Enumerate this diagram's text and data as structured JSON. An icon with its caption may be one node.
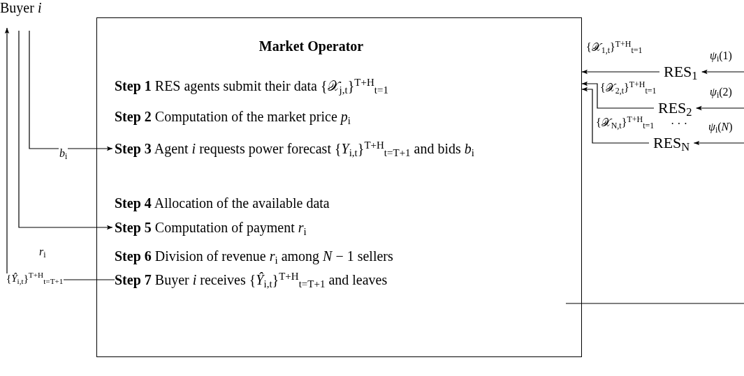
{
  "diagram": {
    "nodes": [
      {
        "text": [
          "Buyer *i*"
        ]
      },
      {
        "text": [
          "Market Operator"
        ]
      },
      {
        "text": [
          "**Step 1** RES agents submit their data {𝒳$_{j,t}$}$^{T+H}$$_{t=1}$"
        ],
        "in": 1
      },
      {
        "text": [
          "**Step 2** Computation of the market price *p*$_{i}$"
        ],
        "in": 1
      },
      {
        "text": [
          "**Step 3** Agent *i* requests power forecast {*Y*$_{i,t}$}$^{T+H}$$_{t=T+1}$ and bids *b*$_{i}$"
        ],
        "in": 1
      },
      {
        "text": [
          "**Step 4** Allocation of the available data"
        ],
        "in": 1
      },
      {
        "text": [
          "**Step 5** Computation of payment *r*$_{i}$"
        ],
        "in": 1
      },
      {
        "text": [
          "**Step 6** Division of revenue *r*$_{i}$ among *N* − 1 sellers"
        ],
        "in": 1
      },
      {
        "text": [
          "**Step 7** Buyer *i* receives {*Ŷ*$_{i,t}$}$^{T+H}$$_{t=T+1}$ and leaves"
        ],
        "in": 1
      },
      {
        "text": [
          "RES$_{1}$"
        ]
      },
      {
        "text": [
          "RES$_{2}$"
        ]
      },
      {
        "text": [
          "RES$_{N}$"
        ]
      }
    ],
    "edges": [
      {
        "from": 0,
        "to": 4,
        "arrow": "to",
        "label": "*b*$_{i}$"
      },
      {
        "from": 0,
        "to": 6,
        "arrow": "to",
        "label": "*r*$_{i}$"
      },
      {
        "from": 8,
        "to": 0,
        "arrow": "to",
        "label": "{*Ŷ*$_{i,t}$}$^{T+H}$$_{t=T+1}$"
      },
      {
        "from": 9,
        "to": 1,
        "arrow": "to",
        "label": "{𝒳$_{1,t}$}$^{T+H}$$_{t=1}$"
      },
      {
        "from": 10,
        "to": 1,
        "arrow": "to",
        "label": "{𝒳$_{2,t}$}$^{T+H}$$_{t=1}$"
      },
      {
        "from": 11,
        "to": 1,
        "arrow": "to",
        "label": "{𝒳$_{N,t}$}$^{T+H}$$_{t=1}$"
      },
      {
        "from": null,
        "to": 9,
        "arrow": "to",
        "label": "*ψ*$_{i}$(1)"
      },
      {
        "from": null,
        "to": 10,
        "arrow": "to",
        "label": "*ψ*$_{i}$(2)"
      },
      {
        "from": null,
        "to": 11,
        "arrow": "to",
        "label": "*ψ*$_{i}$(*N*)"
      },
      {
        "from": 1,
        "to": null,
        "arrow": "none"
      }
    ],
    "labels": [
      "· · ·"
    ]
  }
}
